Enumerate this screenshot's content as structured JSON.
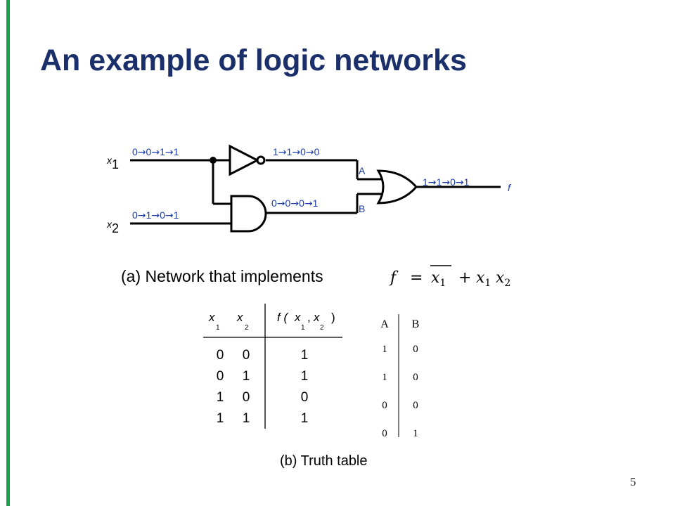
{
  "slide": {
    "title": "An example of logic networks",
    "page_number": "5",
    "accent_color": "#1aa34a",
    "title_color": "#1b2f6b"
  },
  "network": {
    "input_x1": {
      "var": "x",
      "sub": "1"
    },
    "input_x2": {
      "var": "x",
      "sub": "2"
    },
    "seq_x1": [
      "0",
      "0",
      "1",
      "1"
    ],
    "seq_x2": [
      "0",
      "1",
      "0",
      "1"
    ],
    "seq_A": [
      "1",
      "1",
      "0",
      "0"
    ],
    "seq_B": [
      "0",
      "0",
      "0",
      "1"
    ],
    "seq_f": [
      "1",
      "1",
      "0",
      "1"
    ],
    "label_A": "A",
    "label_B": "B",
    "output_label": "f",
    "wire_color": "#000000",
    "label_color": "#1a3aa8"
  },
  "caption_a": {
    "text": "(a) Network that implements",
    "formula": {
      "f": "f",
      "eq": "=",
      "x": "x",
      "sub1": "1",
      "plus": "+",
      "sub2": "2"
    }
  },
  "truth_table": {
    "header": {
      "x": "x",
      "sub1": "1",
      "sub2": "2",
      "f_open": "f (",
      "comma": ",",
      "close": ")"
    },
    "rows": [
      [
        "0",
        "0",
        "1"
      ],
      [
        "0",
        "1",
        "1"
      ],
      [
        "1",
        "0",
        "0"
      ],
      [
        "1",
        "1",
        "1"
      ]
    ]
  },
  "ab_table": {
    "headers": [
      "A",
      "B"
    ],
    "rows": [
      [
        "1",
        "0"
      ],
      [
        "1",
        "0"
      ],
      [
        "0",
        "0"
      ],
      [
        "0",
        "1"
      ]
    ]
  },
  "caption_b": "(b) Truth table"
}
